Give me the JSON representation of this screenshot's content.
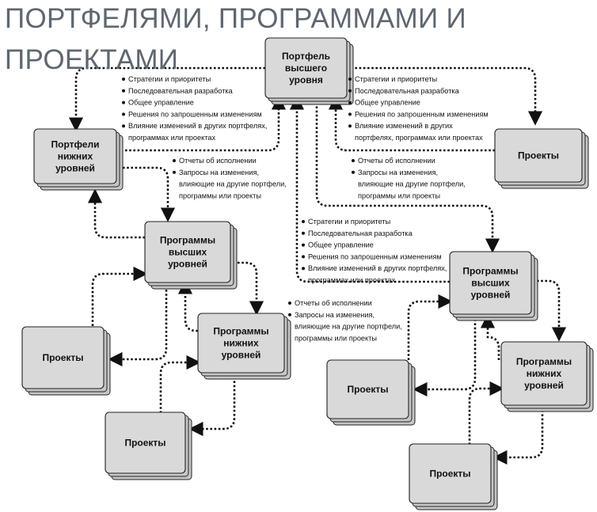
{
  "title": {
    "line1": "ПОРТФЕЛЯМИ, ПРОГРАММАМИ И",
    "line2": "ПРОЕКТАМИ"
  },
  "nodes": {
    "top_portfolio": [
      "Портфель",
      "высшего",
      "уровня"
    ],
    "lower_portfolios": [
      "Портфели",
      "нижних",
      "уровней"
    ],
    "projects_top_right": [
      "Проекты"
    ],
    "programs_high_left": [
      "Программы",
      "высших",
      "уровней"
    ],
    "programs_low_left": [
      "Программы",
      "нижних",
      "уровней"
    ],
    "projects_left": [
      "Проекты"
    ],
    "projects_bottom_left": [
      "Проекты"
    ],
    "programs_high_right": [
      "Программы",
      "высших",
      "уровней"
    ],
    "programs_low_right": [
      "Программы",
      "нижних",
      "уровней"
    ],
    "projects_mid_right": [
      "Проекты"
    ],
    "projects_bottom_right": [
      "Проекты"
    ]
  },
  "notes": {
    "governance_left": [
      {
        "bullet": true,
        "text": "Стратегии и приоритеты"
      },
      {
        "bullet": true,
        "text": "Последовательная разработка"
      },
      {
        "bullet": true,
        "text": "Общее управление"
      },
      {
        "bullet": true,
        "text": "Решения по запрошенным изменениям"
      },
      {
        "bullet": true,
        "text": "Влияние изменений в других портфелях,"
      },
      {
        "bullet": false,
        "text": "программах или проектах"
      }
    ],
    "governance_right": [
      {
        "bullet": true,
        "text": "Стратегии и приоритеты"
      },
      {
        "bullet": true,
        "text": "Последовательная разработка"
      },
      {
        "bullet": true,
        "text": "Общее управление"
      },
      {
        "bullet": true,
        "text": "Решения по запрошенным изменениям"
      },
      {
        "bullet": true,
        "text": "Влияние изменений в других"
      },
      {
        "bullet": false,
        "text": "портфелях, программах или проектах"
      }
    ],
    "reports_left": [
      {
        "bullet": true,
        "text": "Отчеты об исполнении"
      },
      {
        "bullet": true,
        "text": "Запросы на изменения,"
      },
      {
        "bullet": false,
        "text": "влияющие на другие портфели,"
      },
      {
        "bullet": false,
        "text": "программы или проекты"
      }
    ],
    "reports_right": [
      {
        "bullet": true,
        "text": "Отчеты об исполнении"
      },
      {
        "bullet": true,
        "text": "Запросы на изменения,"
      },
      {
        "bullet": false,
        "text": "влияющие на другие портфели,"
      },
      {
        "bullet": false,
        "text": "программы или проекты"
      }
    ],
    "governance_mid": [
      {
        "bullet": true,
        "text": "Стратегии и приоритеты"
      },
      {
        "bullet": true,
        "text": "Последовательная разработка"
      },
      {
        "bullet": true,
        "text": "Общее управление"
      },
      {
        "bullet": true,
        "text": "Решения по запрошенным изменениям"
      },
      {
        "bullet": true,
        "text": "Влияние изменений в других портфелях,"
      },
      {
        "bullet": false,
        "text": "программах или проектах"
      }
    ],
    "reports_mid": [
      {
        "bullet": true,
        "text": "Отчеты об исполнении"
      },
      {
        "bullet": true,
        "text": "Запросы на изменения,"
      },
      {
        "bullet": false,
        "text": "влияющие на другие портфели,"
      },
      {
        "bullet": false,
        "text": "программы или проекты"
      }
    ]
  },
  "colors": {
    "box_fill": "#d9d9d9",
    "box_stroke": "#222222",
    "line": "#111111",
    "title": "#5f6770"
  }
}
